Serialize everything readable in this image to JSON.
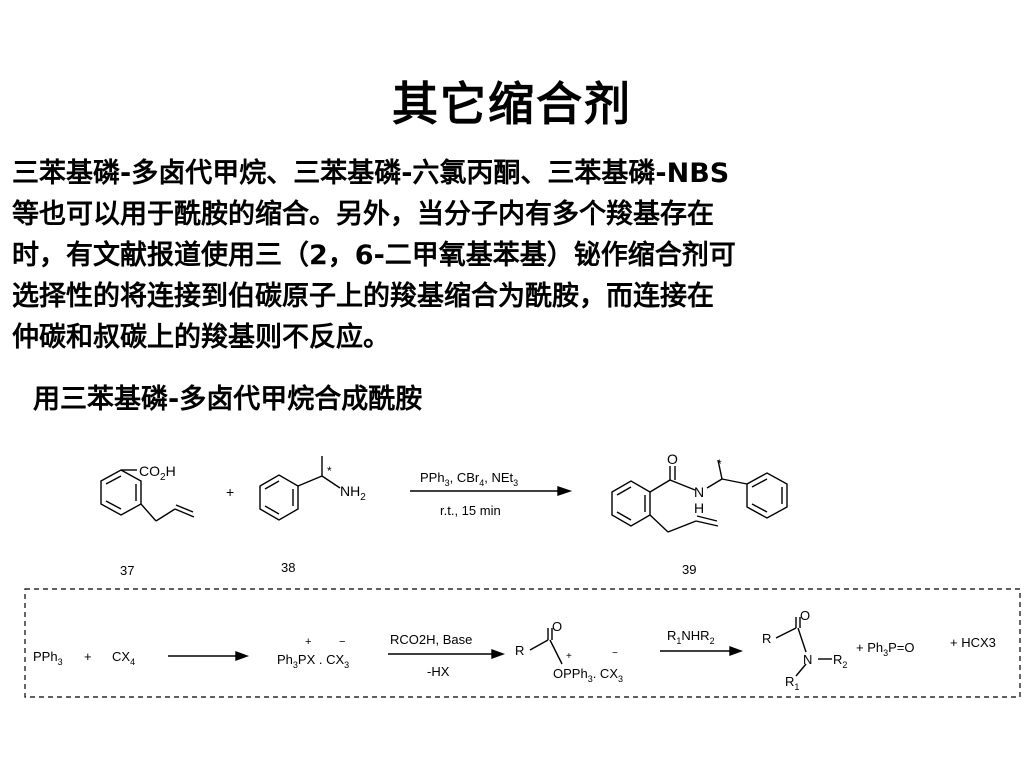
{
  "slide": {
    "title": "其它缩合剂",
    "paragraph_lines": [
      "三苯基磷-多卤代甲烷、三苯基磷-六氯丙酮、三苯基磷-NBS",
      "等也可以用于酰胺的缩合。另外，当分子内有多个羧基存在",
      "时，有文献报道使用三（2，6-二甲氧基苯基）铋作缩合剂可",
      "选择性的将连接到伯碳原子上的羧基缩合为酰胺，而连接在",
      "仲碳和叔碳上的羧基则不反应。"
    ],
    "subheading": "用三苯基磷-多卤代甲烷合成酰胺"
  },
  "scheme1": {
    "co2h": "CO",
    "co2h_sub": "2",
    "co2h_h": "H",
    "plus": "+",
    "nh2": "NH",
    "nh2_sub": "2",
    "star": "*",
    "reagents_a": "PPh",
    "reagents_a_sub": "3",
    "reagents_b": ", CBr",
    "reagents_b_sub": "4",
    "reagents_c": ", NEt",
    "reagents_c_sub": "3",
    "conditions": "r.t., 15 min",
    "o": "O",
    "n": "N",
    "h": "H",
    "label_37": "37",
    "label_38": "38",
    "label_39": "39"
  },
  "scheme2": {
    "pph3": "PPh",
    "pph3_sub": "3",
    "plus": "+",
    "cx4": "CX",
    "cx4_sub": "4",
    "charge_plus": "+",
    "charge_minus": "−",
    "salt_a": "Ph",
    "salt_a_sub": "3",
    "salt_b": "PX . CX",
    "salt_b_sub": "3",
    "reagent_top": "RCO2H, Base",
    "reagent_bottom": "-HX",
    "r": "R",
    "o": "O",
    "oph3_a": "OPPh",
    "oph3_sub": "3",
    "oph3_b": ". CX",
    "oph3_sub2": "3",
    "amine_a": "R",
    "amine_sub1": "1",
    "amine_b": "NHR",
    "amine_sub2": "2",
    "n": "N",
    "r2": "R",
    "r2_sub": "2",
    "r1": "R",
    "r1_sub": "1",
    "byproduct": "+  Ph",
    "byproduct_sub": "3",
    "byproduct_b": "P=O",
    "hcx3": "+  HCX3"
  }
}
